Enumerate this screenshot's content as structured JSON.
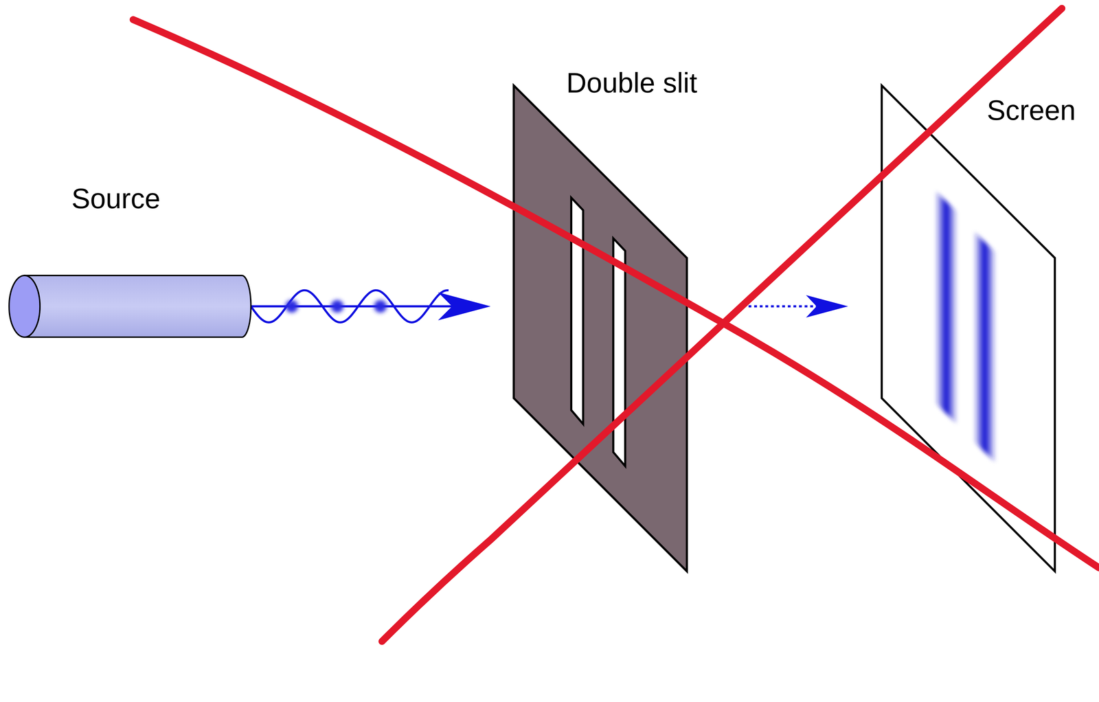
{
  "diagram": {
    "nodes": [
      {
        "text": [
          "Source"
        ]
      },
      {
        "text": [
          "Double slit"
        ]
      },
      {
        "text": [
          "Screen"
        ]
      }
    ],
    "edges": [
      {
        "from": 0,
        "to": 1,
        "arrow": "to"
      },
      {
        "from": 1,
        "to": 2,
        "arrow": "to"
      }
    ]
  }
}
